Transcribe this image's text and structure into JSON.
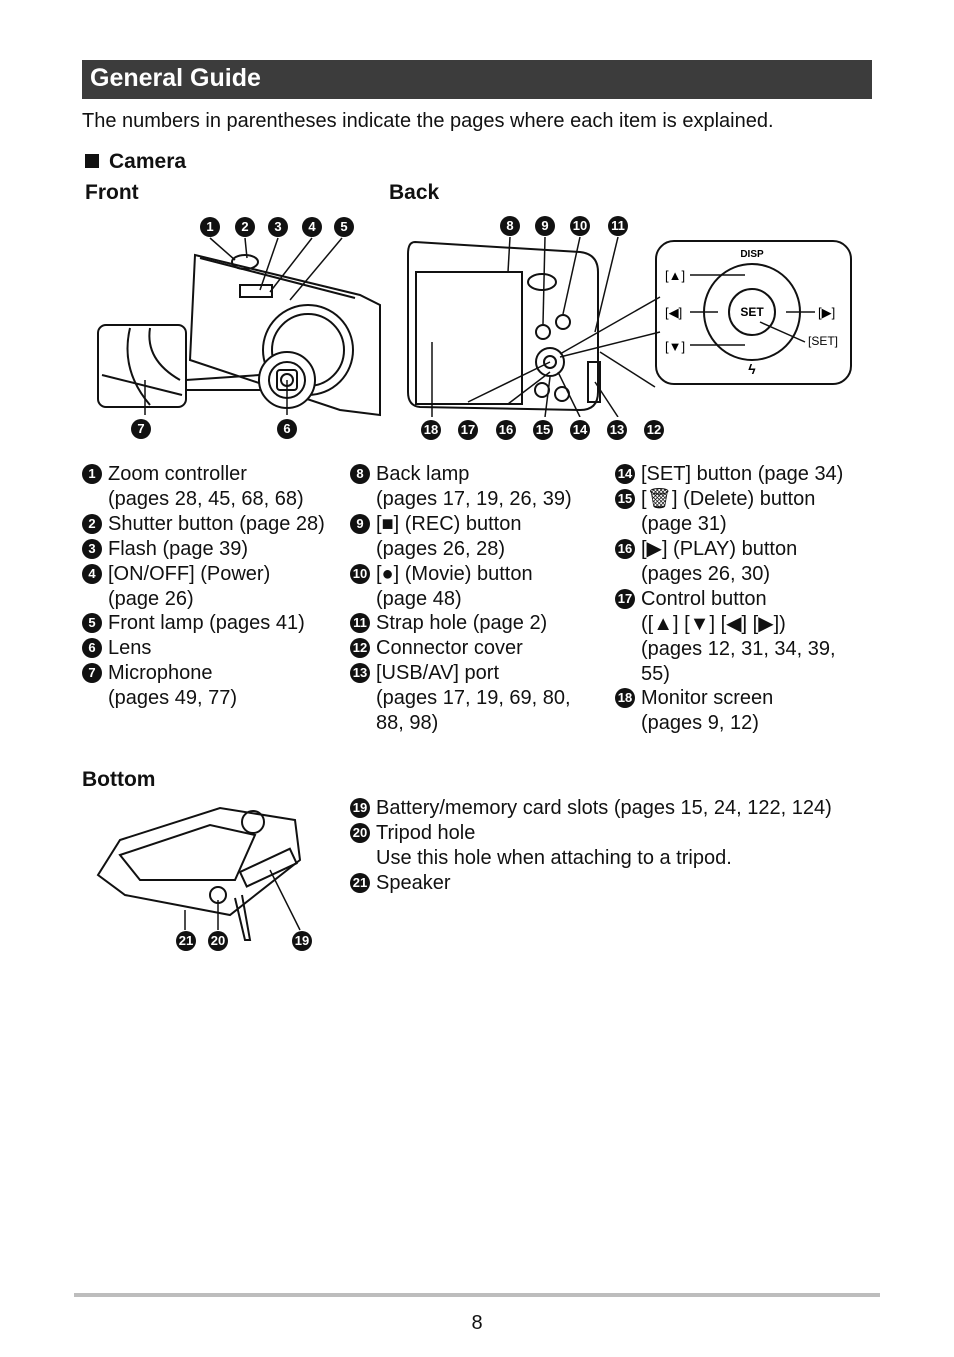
{
  "header": {
    "title": "General Guide"
  },
  "intro": "The numbers in parentheses indicate the pages where each item is explained.",
  "section": {
    "title": "Camera"
  },
  "labels": {
    "front": "Front",
    "back": "Back",
    "bottom": "Bottom"
  },
  "dpad": {
    "disp": "DISP",
    "set": "SET",
    "up": "[▲]",
    "left": "[◀]",
    "right": "[▶]",
    "down": "[▼]",
    "set_label": "[SET]",
    "flash": "ϟ"
  },
  "items": [
    {
      "n": "1",
      "text": "Zoom controller\n(pages 28, 45, 68, 68)"
    },
    {
      "n": "2",
      "text": "Shutter button (page 28)"
    },
    {
      "n": "3",
      "text": "Flash (page 39)"
    },
    {
      "n": "4",
      "text": "[ON/OFF] (Power)\n(page 26)"
    },
    {
      "n": "5",
      "text": "Front lamp (pages 41)"
    },
    {
      "n": "6",
      "text": "Lens"
    },
    {
      "n": "7",
      "text": "Microphone\n(pages 49, 77)"
    },
    {
      "n": "8",
      "text": "Back lamp\n(pages 17, 19, 26, 39)"
    },
    {
      "n": "9",
      "text": "[■] (REC) button\n(pages 26, 28)"
    },
    {
      "n": "10",
      "text": "[●] (Movie) button\n(page 48)"
    },
    {
      "n": "11",
      "text": "Strap hole (page 2)"
    },
    {
      "n": "12",
      "text": "Connector cover"
    },
    {
      "n": "13",
      "text": "[USB/AV] port\n(pages 17, 19, 69, 80,\n88, 98)"
    },
    {
      "n": "14",
      "text": "[SET] button (page 34)"
    },
    {
      "n": "15",
      "text": "[🗑] (Delete) button\n(page 31)"
    },
    {
      "n": "16",
      "text": "[▶] (PLAY) button\n(pages 26, 30)"
    },
    {
      "n": "17",
      "text": "Control button\n([▲] [▼] [◀] [▶])\n(pages 12, 31, 34, 39,\n55)"
    },
    {
      "n": "18",
      "text": "Monitor screen\n(pages 9, 12)"
    },
    {
      "n": "19",
      "text": "Battery/memory card slots (pages 15, 24, 122, 124)"
    },
    {
      "n": "20",
      "text": "Tripod hole\nUse this hole when attaching to a tripod."
    },
    {
      "n": "21",
      "text": "Speaker"
    }
  ],
  "page_number": "8"
}
